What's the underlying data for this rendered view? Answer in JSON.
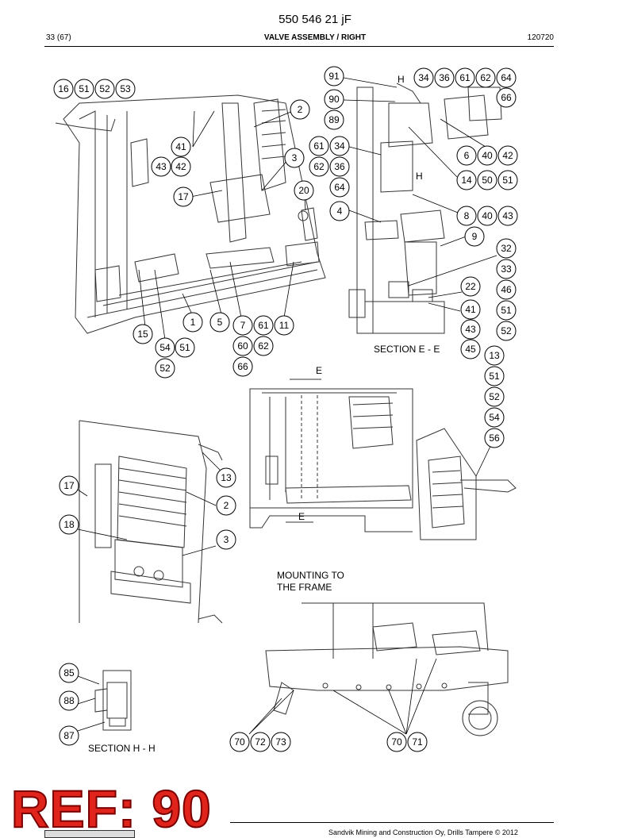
{
  "header": {
    "doc_number": "550 546 21 jF",
    "page": "33 (67)",
    "title": "VALVE ASSEMBLY / RIGHT",
    "date": "120720"
  },
  "labels": {
    "section_ee": "SECTION E - E",
    "section_hh": "SECTION H - H",
    "mounting_1": "MOUNTING TO",
    "mounting_2": "THE FRAME",
    "mark_h1": "H",
    "mark_h2": "H",
    "mark_e1": "E",
    "mark_e2": "E"
  },
  "callouts": [
    "91",
    "34",
    "36",
    "61",
    "62",
    "64",
    "66",
    "16",
    "51",
    "52",
    "53",
    "90",
    "89",
    "2",
    "61",
    "34",
    "62",
    "36",
    "64",
    "41",
    "43",
    "42",
    "3",
    "6",
    "40",
    "42",
    "17",
    "20",
    "14",
    "50",
    "51",
    "4",
    "8",
    "40",
    "43",
    "9",
    "32",
    "33",
    "22",
    "46",
    "41",
    "51",
    "43",
    "52",
    "45",
    "1",
    "5",
    "7",
    "61",
    "11",
    "15",
    "60",
    "62",
    "54",
    "51",
    "52",
    "66",
    "13",
    "51",
    "52",
    "54",
    "56",
    "17",
    "13",
    "2",
    "18",
    "3",
    "85",
    "88",
    "87",
    "70",
    "72",
    "73",
    "70",
    "71"
  ],
  "stamp": {
    "text": "REF: 90"
  },
  "footer": {
    "text": "Sandvik Mining and Construction Oy, Drills Tampere © 2012"
  }
}
